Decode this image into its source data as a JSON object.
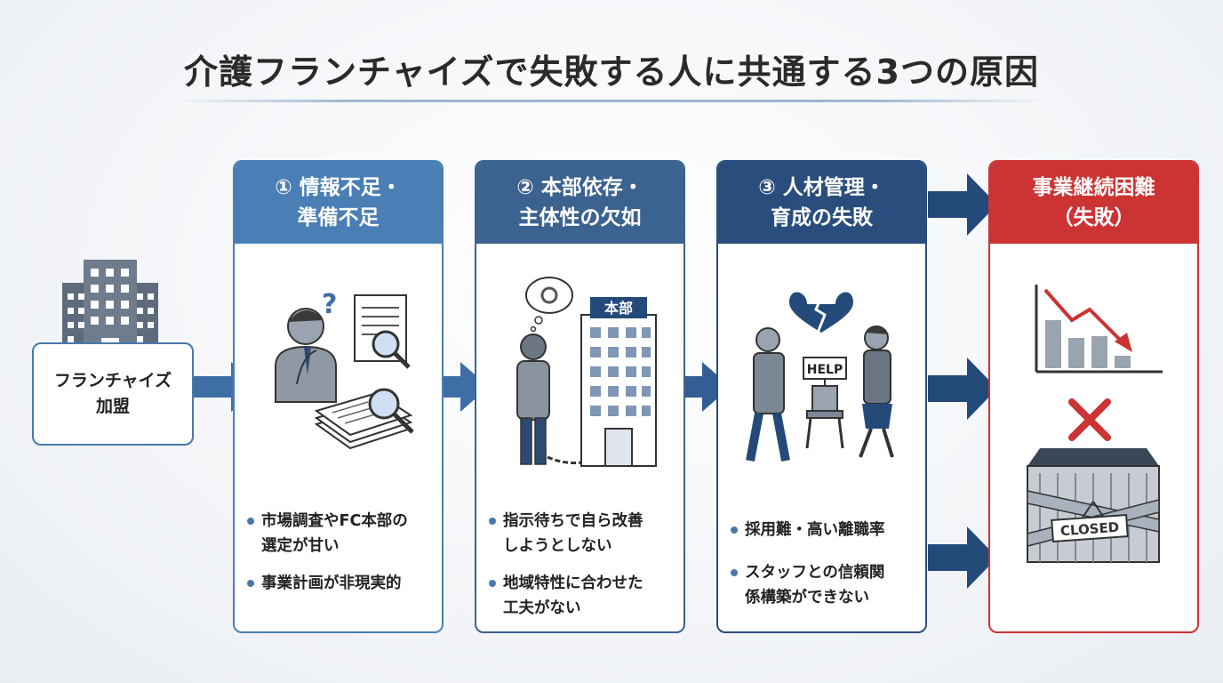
{
  "title": "介護フランチャイズで失敗する人に共通する3つの原因",
  "start": {
    "line1": "フランチャイズ",
    "line2": "加盟"
  },
  "causes": [
    {
      "head1": "① 情報不足・",
      "head2": "準備不足",
      "bullets": [
        {
          "line1": "市場調査やFC本部の",
          "line2": "選定が甘い"
        },
        {
          "line1": "事業計画が非現実的",
          "line2": ""
        }
      ]
    },
    {
      "head1": "② 本部依存・",
      "head2": "主体性の欠如",
      "building_sign": "本部",
      "bullets": [
        {
          "line1": "指示待ちで自ら改善",
          "line2": "しようとしない"
        },
        {
          "line1": "地域特性に合わせた",
          "line2": "工夫がない"
        }
      ]
    },
    {
      "head1": "③ 人材管理・",
      "head2": "育成の失敗",
      "sign": "HELP",
      "bullets": [
        {
          "line1": "採用難・高い離職率",
          "line2": ""
        },
        {
          "line1": "スタッフとの信頼関",
          "line2": "係構築ができない"
        }
      ]
    }
  ],
  "result": {
    "head1": "事業継続困難",
    "head2": "（失敗）",
    "closed_sign": "CLOSED"
  },
  "colors": {
    "card1": "#4a7fb5",
    "card2": "#3c628f",
    "card3": "#294d7c",
    "result": "#cc3333",
    "arrow": "#3f6ea5"
  }
}
